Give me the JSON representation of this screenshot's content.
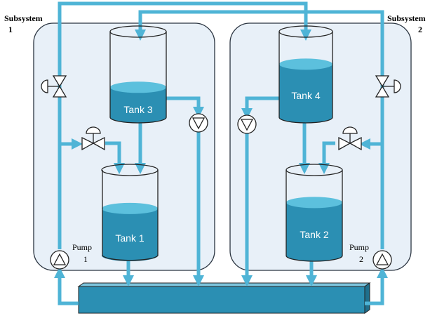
{
  "subsystems": [
    {
      "line1": "Subsystem",
      "line2": "1"
    },
    {
      "line1": "Subsystem",
      "line2": "2"
    }
  ],
  "tanks": {
    "tank1": {
      "label": "Tank 1",
      "fill_fraction": 0.55
    },
    "tank2": {
      "label": "Tank 2",
      "fill_fraction": 0.62
    },
    "tank3": {
      "label": "Tank 3",
      "fill_fraction": 0.35
    },
    "tank4": {
      "label": "Tank 4",
      "fill_fraction": 0.62
    }
  },
  "pumps": [
    {
      "line1": "Pump",
      "line2": "1"
    },
    {
      "line1": "Pump",
      "line2": "2"
    }
  ],
  "colors": {
    "pipe": "#4fb4d6",
    "water": "#2b8fb3",
    "water_top": "#5cc0dd",
    "panel": "#e8f0f8",
    "outline": "#222222"
  }
}
